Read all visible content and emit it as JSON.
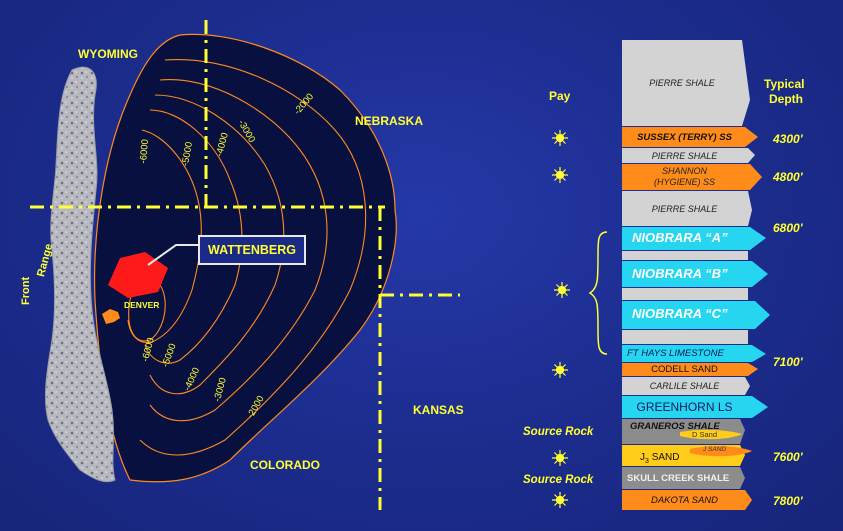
{
  "map": {
    "states": {
      "wyoming": "WYOMING",
      "nebraska": "NEBRASKA",
      "kansas": "KANSAS",
      "colorado": "COLORADO"
    },
    "front_range": "Front",
    "range": "Range",
    "field_label": "WATTENBERG",
    "city_label": "DENVER",
    "contours": [
      "-6000",
      "-5000",
      "-4000",
      "-3000",
      "-2000",
      "-6000",
      "-5000",
      "-4000",
      "-3000",
      "-2000"
    ],
    "colors": {
      "basin": "#081040",
      "contour": "#ff8a1e",
      "field": "#ff1a1a",
      "city": "#ff8a1e",
      "borders": "#ffff33"
    }
  },
  "column": {
    "pay_title": "Pay",
    "depth_title_1": "Typical",
    "depth_title_2": "Depth",
    "layers": [
      {
        "name": "PIERRE SHALE"
      },
      {
        "name": "SUSSEX (TERRY) SS"
      },
      {
        "name": "PIERRE SHALE"
      },
      {
        "name": "SHANNON"
      },
      {
        "name": "(HYGIENE) SS"
      },
      {
        "name": "PIERRE SHALE"
      },
      {
        "name": "NIOBRARA “A”"
      },
      {
        "name": "NIOBRARA “B”"
      },
      {
        "name": "NIOBRARA “C”"
      },
      {
        "name": "FT HAYS LIMESTONE"
      },
      {
        "name": "CODELL SAND"
      },
      {
        "name": "CARLILE SHALE"
      },
      {
        "name": "GREENHORN LS"
      },
      {
        "name": "GRANEROS SHALE"
      },
      {
        "name": "D Sand"
      },
      {
        "name": "J SAND"
      },
      {
        "name": "J"
      },
      {
        "name": "SAND"
      },
      {
        "name": "SKULL CREEK SHALE"
      },
      {
        "name": "DAKOTA SAND"
      }
    ],
    "depths": [
      "4300'",
      "4800'",
      "6800'",
      "7100'",
      "7600'",
      "7800'"
    ],
    "source_rock": "Source Rock",
    "j_subscript": "3",
    "colors": {
      "shale": "#d3d3d3",
      "sand": "#ff8c1a",
      "limestone": "#26d6f0",
      "dark_shale": "#8c8c8c",
      "j_sand": "#ffcc1a",
      "pay_star": "#ffff33"
    }
  }
}
